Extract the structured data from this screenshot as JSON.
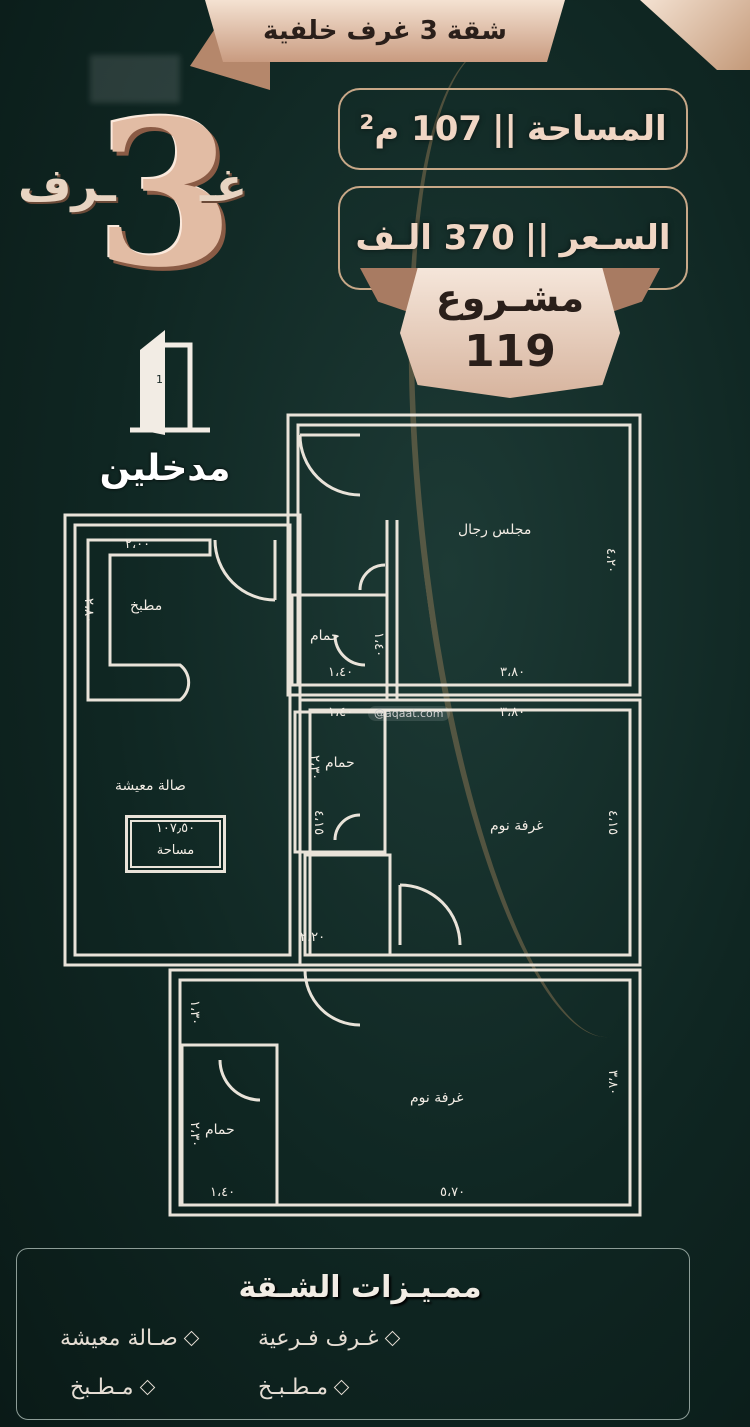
{
  "header": {
    "title": "شقة 3 غرف خلفية",
    "big_number": "3",
    "big_word_right": "غـ",
    "big_word_left": "ـرف"
  },
  "info": {
    "area_label": "المساحة",
    "area_value": "107 م²",
    "price_label": "السـعر",
    "price_value": "370 الـف",
    "separator": "||"
  },
  "project": {
    "label": "مشـروع",
    "number": "119"
  },
  "entrances": {
    "count": "1",
    "label": "مدخلين"
  },
  "floor_plan": {
    "rooms": {
      "majlis": "مجلس رجال",
      "kitchen": "مطبخ",
      "bath1": "حمام",
      "bath2": "حمام",
      "bath3": "حمام",
      "living": "صالة معيشة",
      "bedroom1": "غرفة نوم",
      "bedroom2": "غرفة نوم"
    },
    "area_box": {
      "value": "١٠٧٫٥٠",
      "label": "مساحة"
    },
    "dimensions": {
      "kitchen_w": "٢،٠٠",
      "kitchen_h": "٢،٨٠",
      "majlis_h": "٤،٢٠",
      "majlis_w": "٣،٨٠",
      "bath1_w": "١،٤٠",
      "bath1_h": "١،٤٠",
      "bath1_top": "١،٤٠",
      "bed1_w": "٣،٨٠",
      "bath2_h": "٢،٣٠",
      "corr_h": "٤،١٥",
      "bed1_h": "٤،١٥",
      "corr_w": "٢،٢٠",
      "small_h": "١،٣٠",
      "bath3_h": "٢،٣٠",
      "bath3_w": "١،٤٠",
      "bed2_w": "٥،٧٠",
      "bed2_h": "٣،٨٠"
    }
  },
  "watermark": "@aqaat.com",
  "features": {
    "title": "ممـيـزات الشـقة",
    "items": [
      "غـرف فـرعية",
      "صـالة معيشة",
      "مـطـبخ",
      "مـطـبـخ"
    ]
  }
}
